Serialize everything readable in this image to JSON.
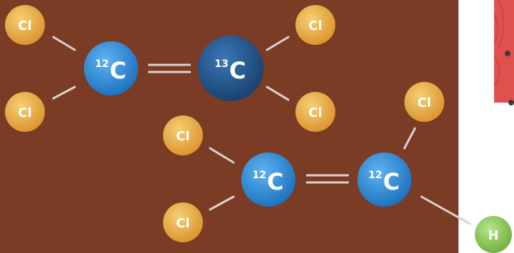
{
  "colors": {
    "background": "#7a3c24",
    "bond": "#d9d2cf",
    "chlorine": "#e0a23a",
    "carbon12": "#1f7fd0",
    "carbon13": "#1d4f86",
    "hydrogen": "#86c250",
    "inset_red": "#e0504f"
  },
  "molecule_top": {
    "c_left": {
      "isotope": "12",
      "symbol": "C"
    },
    "c_right": {
      "isotope": "13",
      "symbol": "C"
    },
    "cl_top_left": "Cl",
    "cl_bottom_left": "Cl",
    "cl_top_right": "Cl",
    "cl_bottom_right": "Cl"
  },
  "molecule_bottom": {
    "c_left": {
      "isotope": "12",
      "symbol": "C"
    },
    "c_right": {
      "isotope": "12",
      "symbol": "C"
    },
    "cl_top_left": "Cl",
    "cl_bottom_left": "Cl",
    "cl_top_right": "Cl",
    "h": "H"
  }
}
